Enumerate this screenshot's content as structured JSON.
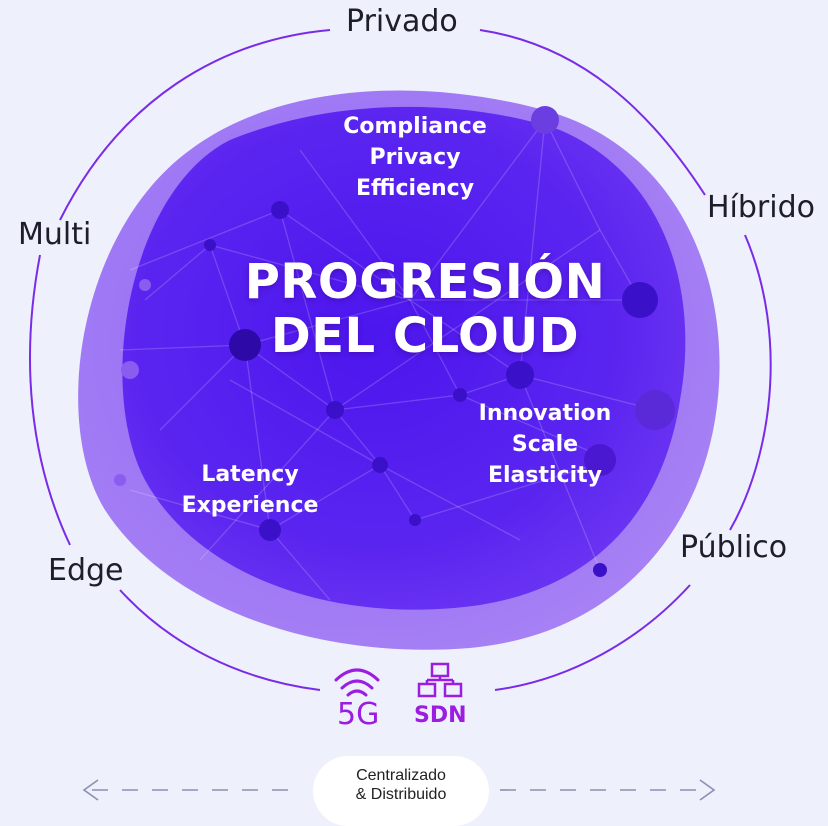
{
  "title_lines": [
    "PROGRESIÓN",
    "DEL CLOUD"
  ],
  "ring_labels": {
    "privado": "Privado",
    "hibrido": "Híbrido",
    "publico": "Público",
    "edge": "Edge",
    "multi": "Multi"
  },
  "features": {
    "top": [
      "Compliance",
      "Privacy",
      "Efficiency"
    ],
    "right": [
      "Innovation",
      "Scale",
      "Elasticity"
    ],
    "left": [
      "Latency",
      "Experience"
    ]
  },
  "icons": {
    "five_g": {
      "label": "5G",
      "icon": "wifi-signal-icon"
    },
    "sdn": {
      "label": "SDN",
      "icon": "network-hierarchy-icon"
    }
  },
  "bottom_axis": {
    "lines": [
      "Centralizado",
      "& Distribuido"
    ]
  },
  "colors": {
    "background": "#eef0fb",
    "blob_dark": "#5a1ff0",
    "blob_light": "#a87af5",
    "accent": "#9b1de0",
    "ring_line": "#7a2be8"
  }
}
